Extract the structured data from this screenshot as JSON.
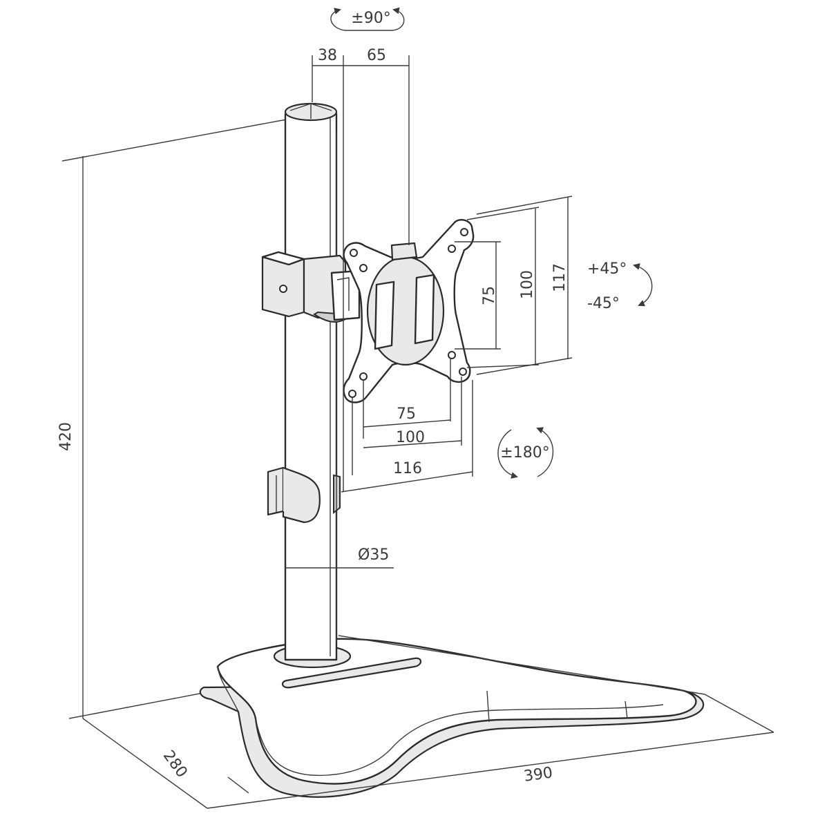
{
  "dimensions": {
    "top_offset": "38",
    "top_depth": "65",
    "rotation_top": "±90°",
    "height_total": "420",
    "pole_diameter": "Ø35",
    "base_depth": "280",
    "base_width": "390",
    "vesa_horizontal_small": "75",
    "vesa_horizontal_large": "100",
    "plate_width": "116",
    "vesa_vertical_small": "75",
    "vesa_vertical_large": "100",
    "plate_height": "117",
    "tilt_up": "+45°",
    "tilt_down": "-45°",
    "rotation_plate": "±180°"
  }
}
